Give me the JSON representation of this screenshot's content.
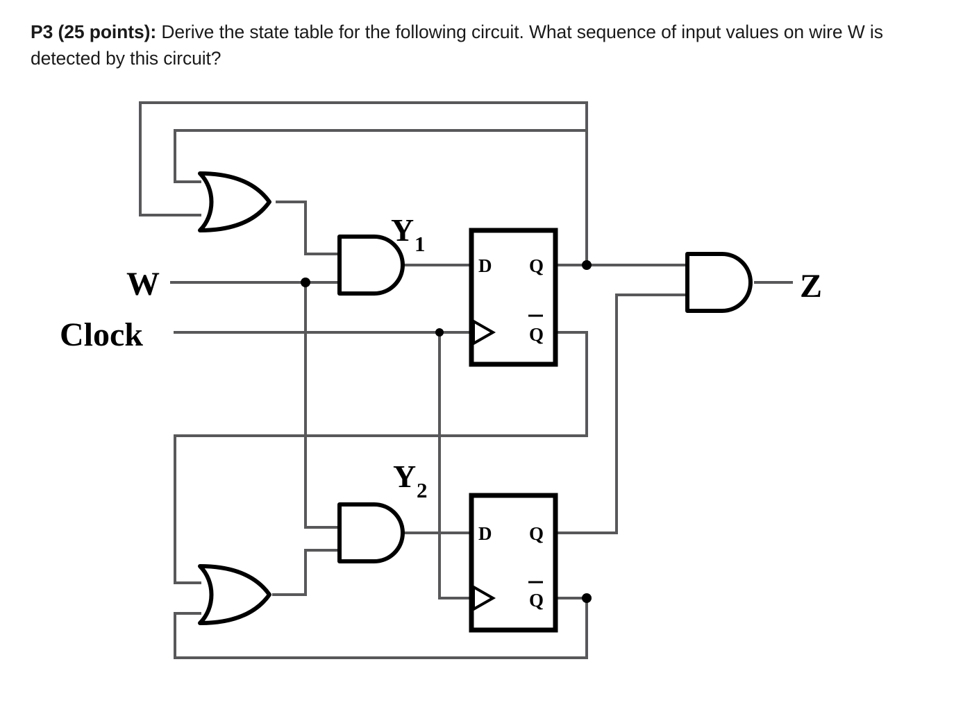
{
  "problem": {
    "lead": "P3 (25 points):",
    "text": " Derive the state table for the following circuit. What sequence of input values on wire W is detected by this circuit?"
  },
  "circuit": {
    "title": "sequential-circuit-schematic",
    "inputs": [
      {
        "name": "W",
        "label": "W"
      },
      {
        "name": "Clock",
        "label": "Clock"
      }
    ],
    "outputs": [
      {
        "name": "Z",
        "label": "Z"
      }
    ],
    "internal_signals": [
      {
        "name": "Y1",
        "label": "Y",
        "sub": "1"
      },
      {
        "name": "Y2",
        "label": "Y",
        "sub": "2"
      }
    ],
    "flipflops": [
      {
        "id": "ff1",
        "type": "D flip-flop",
        "pins": {
          "d": "D",
          "q": "Q",
          "qbar": "Q",
          "qbar_overline": true,
          "clock": "edge-triangle"
        }
      },
      {
        "id": "ff2",
        "type": "D flip-flop",
        "pins": {
          "d": "D",
          "q": "Q",
          "qbar": "Q",
          "qbar_overline": true,
          "clock": "edge-triangle"
        }
      }
    ],
    "gates": [
      {
        "id": "or1",
        "type": "OR",
        "inputs": 2
      },
      {
        "id": "and1",
        "type": "AND",
        "inputs": 2,
        "output_label": "Y1"
      },
      {
        "id": "or2",
        "type": "OR",
        "inputs": 2
      },
      {
        "id": "and2",
        "type": "AND",
        "inputs": 2,
        "output_label": "Y2"
      },
      {
        "id": "and3",
        "type": "AND",
        "inputs": 2,
        "output_label": "Z"
      }
    ],
    "colors": {
      "wire": "#58585a",
      "gate_outline": "#000000",
      "text": "#000000",
      "background": "#ffffff"
    }
  }
}
